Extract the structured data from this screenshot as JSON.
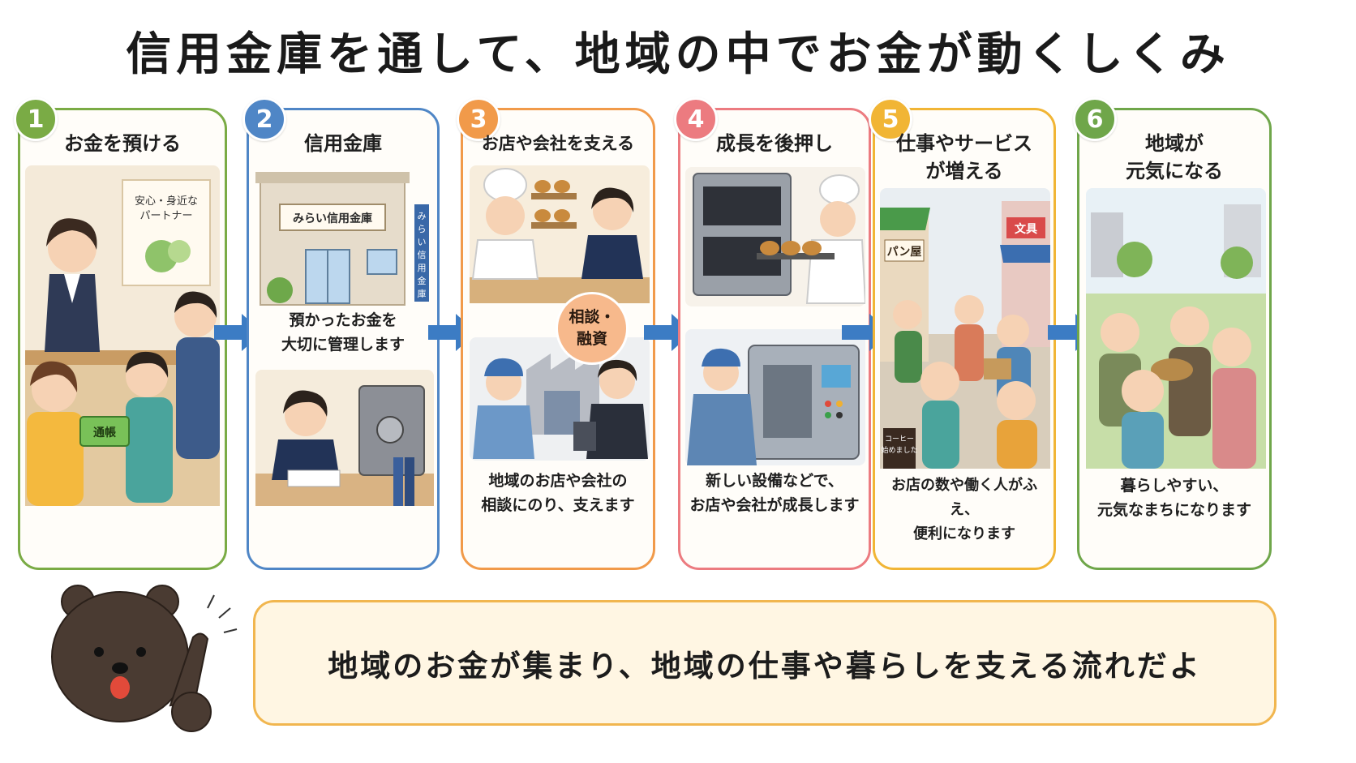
{
  "title": "信用金庫を通して、地域の中でお金が動くしくみ",
  "colors": {
    "step1": "#7aab45",
    "step2": "#4f86c6",
    "step3": "#f19a4a",
    "step4": "#ec7b80",
    "step5": "#f1b535",
    "step6": "#6fa64a",
    "arrow": "#3c7cc4"
  },
  "steps": [
    {
      "number": "1",
      "title": "お金を預ける",
      "poster_text": "安心・身近な\nパートナー",
      "passbook_text": "通帳",
      "caption": ""
    },
    {
      "number": "2",
      "title": "信用金庫",
      "building_sign": "みらい信用金庫",
      "vertical_sign": "みらい信用金庫",
      "caption": "預かったお金を\n大切に管理します"
    },
    {
      "number": "3",
      "title": "お店や会社を支える",
      "consult_label": "相談・\n融資",
      "caption": "地域のお店や会社の\n相談にのり、支えます"
    },
    {
      "number": "4",
      "title": "成長を後押し",
      "caption": "新しい設備などで、\nお店や会社が成長します"
    },
    {
      "number": "5",
      "title": "仕事やサービス\nが増える",
      "shop_signs": [
        "パン屋",
        "文具"
      ],
      "board_text": "コーヒー\n始めました",
      "caption": "お店の数や働く人がふえ、\n便利になります"
    },
    {
      "number": "6",
      "title": "地域が\n元気になる",
      "caption": "暮らしやすい、\n元気なまちになります"
    }
  ],
  "message": "地域のお金が集まり、地域の仕事や暮らしを支える流れだよ",
  "icons": {
    "arrows": "right-arrow-icon",
    "mascot": "bear-mascot-icon"
  }
}
